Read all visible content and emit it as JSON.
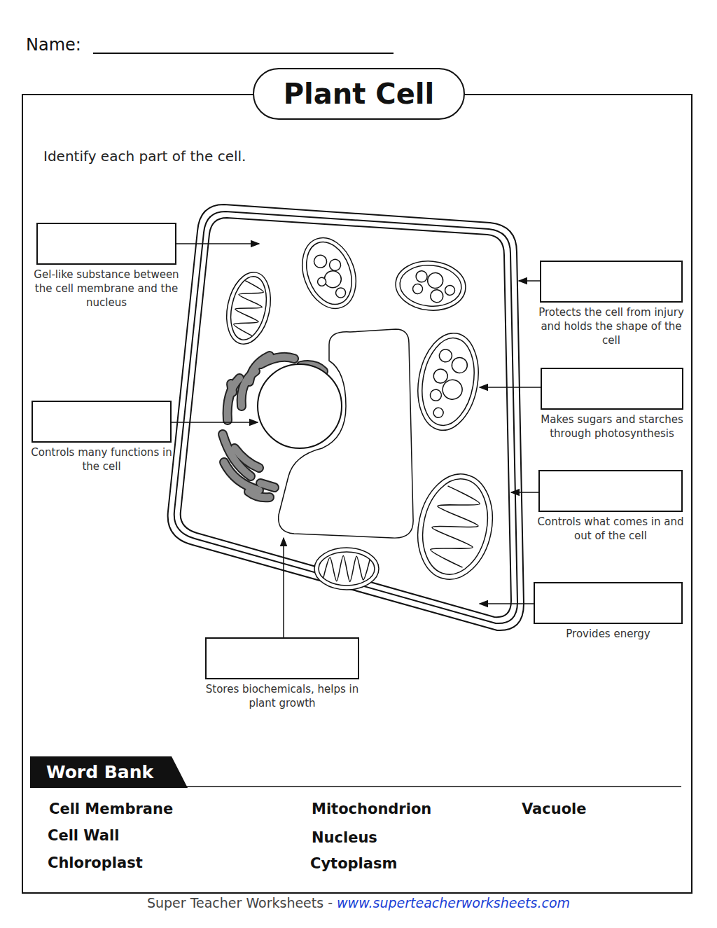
{
  "diagram": {
    "title": "Plant Cell",
    "nodes": [
      {
        "text": [
          "Gel-like substance between the cell membrane and the nucleus"
        ]
      },
      {
        "text": [
          "Protects the cell from injury and holds the shape of the cell"
        ]
      },
      {
        "text": [
          "Makes sugars and starches through photosynthesis"
        ]
      },
      {
        "text": [
          "Controls many functions in the cell"
        ]
      },
      {
        "text": [
          "Controls what comes in and out of the cell"
        ]
      },
      {
        "text": [
          "Provides energy"
        ]
      },
      {
        "text": [
          "Stores biochemicals, helps in plant growth"
        ]
      }
    ],
    "labels": [
      "Name:",
      "Identify each part of the cell.",
      "Word Bank",
      "Cell Membrane",
      "Mitochondrion",
      "Vacuole",
      "Cell Wall",
      "Nucleus",
      "Chloroplast",
      "Cytoplasm",
      "Super Teacher Worksheets -",
      "www.superteacherworksheets.com"
    ]
  }
}
